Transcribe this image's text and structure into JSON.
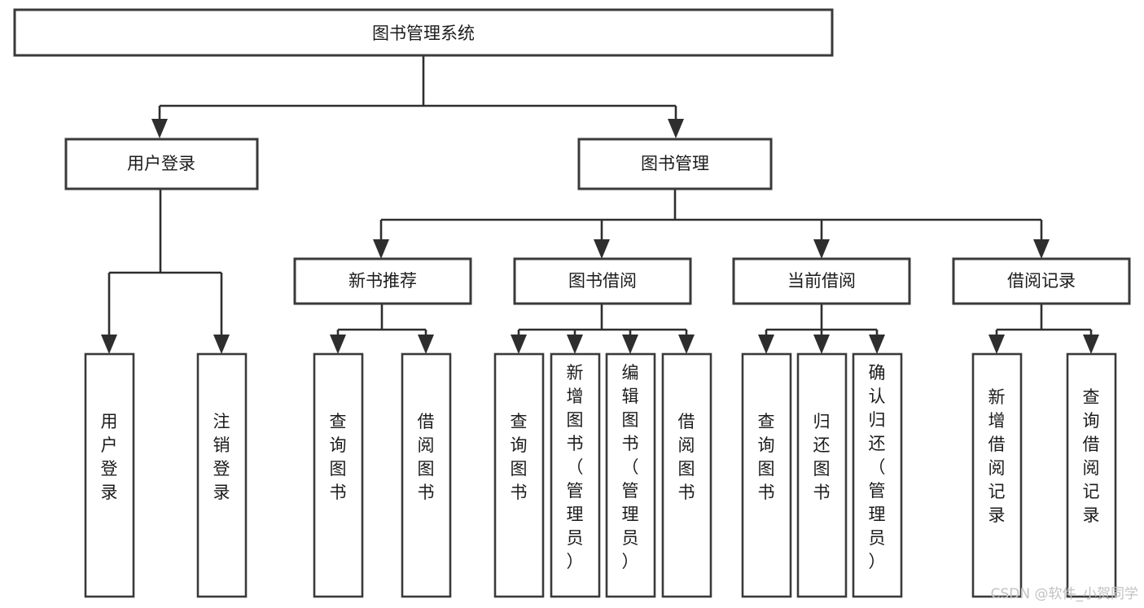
{
  "diagram": {
    "type": "tree-hierarchy-chart",
    "title": "图书管理系统",
    "root": {
      "label": "图书管理系统",
      "orientation": "horizontal"
    },
    "level2": [
      {
        "id": "user-login",
        "label": "用户登录",
        "orientation": "horizontal"
      },
      {
        "id": "book-management",
        "label": "图书管理",
        "orientation": "horizontal"
      }
    ],
    "level3": [
      {
        "id": "new-book-recommend",
        "label": "新书推荐",
        "orientation": "horizontal",
        "parent": "book-management"
      },
      {
        "id": "book-borrow",
        "label": "图书借阅",
        "orientation": "horizontal",
        "parent": "book-management"
      },
      {
        "id": "current-borrow",
        "label": "当前借阅",
        "orientation": "horizontal",
        "parent": "book-management"
      },
      {
        "id": "borrow-record",
        "label": "借阅记录",
        "orientation": "horizontal",
        "parent": "book-management"
      }
    ],
    "leaves": {
      "user_login": [
        {
          "id": "leaf-user-login",
          "label": "用户登录",
          "orientation": "vertical"
        },
        {
          "id": "leaf-logout",
          "label": "注销登录",
          "orientation": "vertical"
        }
      ],
      "new_book_recommend": [
        {
          "id": "leaf-query-book-1",
          "label": "查询图书",
          "orientation": "vertical"
        },
        {
          "id": "leaf-borrow-book-1",
          "label": "借阅图书",
          "orientation": "vertical"
        }
      ],
      "book_borrow": [
        {
          "id": "leaf-query-book-2",
          "label": "查询图书",
          "orientation": "vertical"
        },
        {
          "id": "leaf-add-book",
          "label": "新增图书（管理员）",
          "orientation": "vertical"
        },
        {
          "id": "leaf-edit-book",
          "label": "编辑图书（管理员）",
          "orientation": "vertical"
        },
        {
          "id": "leaf-borrow-book-2",
          "label": "借阅图书",
          "orientation": "vertical"
        }
      ],
      "current_borrow": [
        {
          "id": "leaf-query-book-3",
          "label": "查询图书",
          "orientation": "vertical"
        },
        {
          "id": "leaf-return-book",
          "label": "归还图书",
          "orientation": "vertical"
        },
        {
          "id": "leaf-confirm-return",
          "label": "确认归还（管理员）",
          "orientation": "vertical"
        }
      ],
      "borrow_record": [
        {
          "id": "leaf-add-record",
          "label": "新增借阅记录",
          "orientation": "vertical"
        },
        {
          "id": "leaf-query-record",
          "label": "查询借阅记录",
          "orientation": "vertical"
        }
      ]
    },
    "colors": {
      "box_fill": "#ffffff",
      "box_stroke": "#3a3a3a",
      "connector": "#2e2e2e",
      "text": "#1b1b1b",
      "watermark": "#c2c2c2",
      "background": "#ffffff"
    }
  },
  "watermark": {
    "text": "CSDN @软件_小贺同学"
  }
}
